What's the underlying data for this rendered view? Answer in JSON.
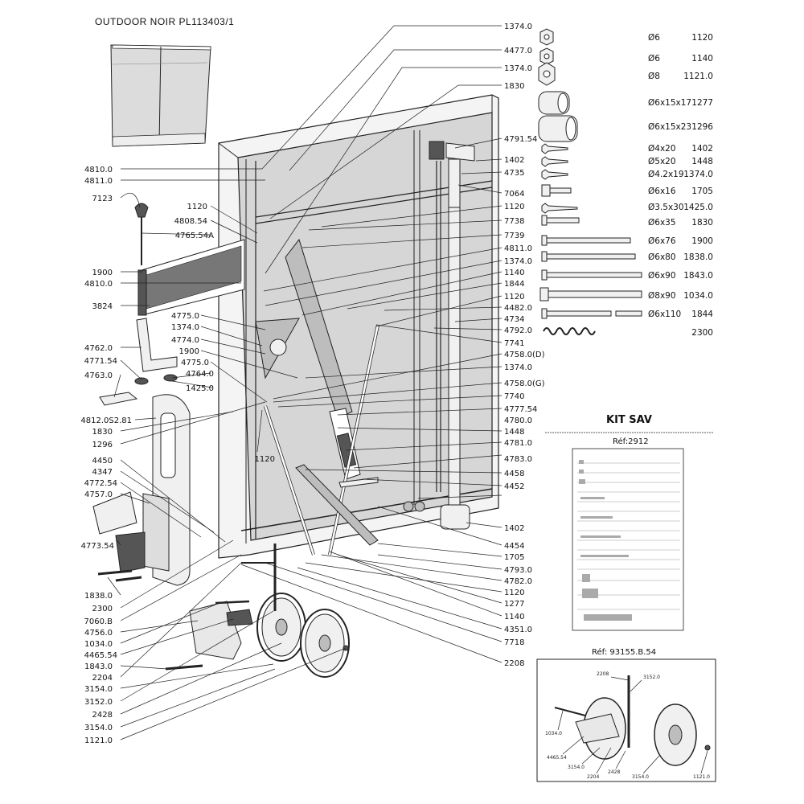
{
  "title": "OUTDOOR  NOIR  PL113403/1",
  "callouts_left": [
    {
      "id": "c-4810-0a",
      "text": "4810.0"
    },
    {
      "id": "c-4811-0a",
      "text": "4811.0"
    },
    {
      "id": "c-7123",
      "text": "7123"
    },
    {
      "id": "c-1120a",
      "text": "1120"
    },
    {
      "id": "c-4808-54",
      "text": "4808.54"
    },
    {
      "id": "c-4765-54a",
      "text": "4765.54A"
    },
    {
      "id": "c-1900a",
      "text": "1900"
    },
    {
      "id": "c-4810-0b",
      "text": "4810.0"
    },
    {
      "id": "c-3824",
      "text": "3824"
    },
    {
      "id": "c-4775-0a",
      "text": "4775.0"
    },
    {
      "id": "c-1374-0a",
      "text": "1374.0"
    },
    {
      "id": "c-4774-0",
      "text": "4774.0"
    },
    {
      "id": "c-4762-0",
      "text": "4762.0"
    },
    {
      "id": "c-1900b",
      "text": "1900"
    },
    {
      "id": "c-4775-0b",
      "text": "4775.0"
    },
    {
      "id": "c-4771-54",
      "text": "4771.54"
    },
    {
      "id": "c-4764-0",
      "text": "4764.0"
    },
    {
      "id": "c-4763-0",
      "text": "4763.0"
    },
    {
      "id": "c-1425-0",
      "text": "1425.0"
    },
    {
      "id": "c-4812",
      "text": "4812.0S2.81"
    },
    {
      "id": "c-1830a",
      "text": "1830"
    },
    {
      "id": "c-1296",
      "text": "1296"
    },
    {
      "id": "c-1120b",
      "text": "1120"
    },
    {
      "id": "c-4450",
      "text": "4450"
    },
    {
      "id": "c-4347",
      "text": "4347"
    },
    {
      "id": "c-4772-54",
      "text": "4772.54"
    },
    {
      "id": "c-4757-0",
      "text": "4757.0"
    },
    {
      "id": "c-4773-54",
      "text": "4773.54"
    },
    {
      "id": "c-1838-0",
      "text": "1838.0"
    },
    {
      "id": "c-2300",
      "text": "2300"
    },
    {
      "id": "c-7060-b",
      "text": "7060.B"
    },
    {
      "id": "c-4756-0",
      "text": "4756.0"
    },
    {
      "id": "c-1034-0",
      "text": "1034.0"
    },
    {
      "id": "c-4465-54",
      "text": "4465.54"
    },
    {
      "id": "c-1843-0",
      "text": "1843.0"
    },
    {
      "id": "c-2204",
      "text": "2204"
    },
    {
      "id": "c-3154-0a",
      "text": "3154.0"
    },
    {
      "id": "c-3152-0",
      "text": "3152.0"
    },
    {
      "id": "c-2428",
      "text": "2428"
    },
    {
      "id": "c-3154-0b",
      "text": "3154.0"
    },
    {
      "id": "c-1121-0",
      "text": "1121.0"
    }
  ],
  "callouts_right": [
    {
      "text": "1374.0"
    },
    {
      "text": "4477.0"
    },
    {
      "text": "1374.0"
    },
    {
      "text": "1830"
    },
    {
      "text": "4791.54"
    },
    {
      "text": "1402"
    },
    {
      "text": "4735"
    },
    {
      "text": "7064"
    },
    {
      "text": "1120"
    },
    {
      "text": "7738"
    },
    {
      "text": "7739"
    },
    {
      "text": "4811.0"
    },
    {
      "text": "1374.0"
    },
    {
      "text": "1140"
    },
    {
      "text": "1844"
    },
    {
      "text": "1120"
    },
    {
      "text": "4482.0"
    },
    {
      "text": "4734"
    },
    {
      "text": "4792.0"
    },
    {
      "text": "7741"
    },
    {
      "text": "4758.0(D)"
    },
    {
      "text": "1374.0"
    },
    {
      "text": "4758.0(G)"
    },
    {
      "text": "7740"
    },
    {
      "text": "4777.54"
    },
    {
      "text": "1448"
    },
    {
      "text": "4780.0"
    },
    {
      "text": "4781.0"
    },
    {
      "text": "4783.0"
    },
    {
      "text": "4458"
    },
    {
      "text": "4452"
    },
    {
      "text": "1402"
    },
    {
      "text": "4454"
    },
    {
      "text": "1705"
    },
    {
      "text": "4793.0"
    },
    {
      "text": "4782.0"
    },
    {
      "text": "1120"
    },
    {
      "text": "1277"
    },
    {
      "text": "1140"
    },
    {
      "text": "4351.0"
    },
    {
      "text": "7718"
    },
    {
      "text": "2208"
    }
  ],
  "hardware": [
    {
      "size": "Ø6",
      "ref": "1120",
      "icon": "nut-icon"
    },
    {
      "size": "Ø6",
      "ref": "1140",
      "icon": "lock-nut-icon"
    },
    {
      "size": "Ø8",
      "ref": "1121.0",
      "icon": "nut-icon"
    },
    {
      "size": "Ø6x15x17",
      "ref": "1277",
      "icon": "spacer-icon"
    },
    {
      "size": "Ø6x15x23",
      "ref": "1296",
      "icon": "spacer-icon"
    },
    {
      "size": "Ø4x20",
      "ref": "1402",
      "icon": "wood-screw-icon"
    },
    {
      "size": "Ø5x20",
      "ref": "1448",
      "icon": "wood-screw-icon"
    },
    {
      "size": "Ø4.2x19",
      "ref": "1374.0",
      "icon": "wood-screw-icon"
    },
    {
      "size": "Ø6x16",
      "ref": "1705",
      "icon": "hex-bolt-icon"
    },
    {
      "size": "Ø3.5x30",
      "ref": "1425.0",
      "icon": "wood-screw-icon"
    },
    {
      "size": "Ø6x35",
      "ref": "1830",
      "icon": "bolt-icon"
    },
    {
      "size": "Ø6x76",
      "ref": "1900",
      "icon": "bolt-icon"
    },
    {
      "size": "Ø6x80",
      "ref": "1838.0",
      "icon": "bolt-icon"
    },
    {
      "size": "Ø6x90",
      "ref": "1843.0",
      "icon": "bolt-icon"
    },
    {
      "size": "Ø8x90",
      "ref": "1034.0",
      "icon": "hex-bolt-icon"
    },
    {
      "size": "Ø6x110",
      "ref": "1844",
      "icon": "bolt-icon"
    },
    {
      "size": "",
      "ref": "2300",
      "icon": "spring-icon"
    }
  ],
  "kit_sav": {
    "title": "KIT SAV",
    "ref": "Réf:2912"
  },
  "kit_wheels": {
    "ref": "Réf: 93155.B.54",
    "labels": [
      "2208",
      "3152.0",
      "1034.0",
      "4465.54",
      "3154.0",
      "2204",
      "2428",
      "3154.0",
      "1121.0"
    ]
  },
  "colors": {
    "panel": "#d6d6d6",
    "line": "#222222"
  }
}
